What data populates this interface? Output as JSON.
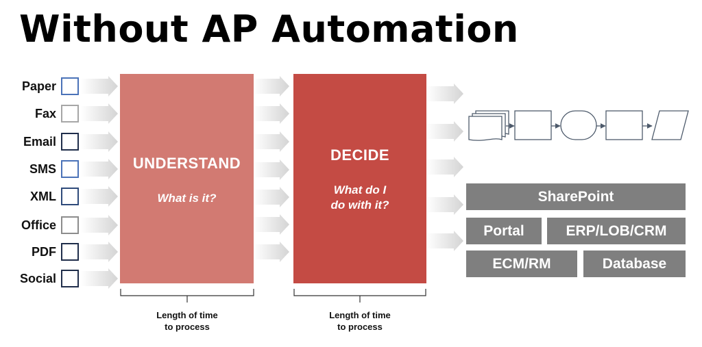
{
  "title": "Without AP Automation",
  "sources": [
    {
      "label": "Paper",
      "box_color": "#4a72b8"
    },
    {
      "label": "Fax",
      "box_color": "#a6a6a6"
    },
    {
      "label": "Email",
      "box_color": "#1f2d4a"
    },
    {
      "label": "SMS",
      "box_color": "#4a72b8"
    },
    {
      "label": "XML",
      "box_color": "#2e4a7a"
    },
    {
      "label": "Office",
      "box_color": "#8c8c8c"
    },
    {
      "label": "PDF",
      "box_color": "#1f2d4a"
    },
    {
      "label": "Social",
      "box_color": "#1f2d4a"
    }
  ],
  "stages": [
    {
      "name": "UNDERSTAND",
      "question_line1": "What is it?",
      "question_line2": "",
      "color": "#d27a72"
    },
    {
      "name": "DECIDE",
      "question_line1": "What do I",
      "question_line2": "do with it?",
      "color": "#c44b44"
    }
  ],
  "captions": [
    {
      "line1": "Length of time",
      "line2": "to process"
    },
    {
      "line1": "Length of time",
      "line2": "to process"
    }
  ],
  "targets": {
    "sharepoint": "SharePoint",
    "portal": "Portal",
    "erp": "ERP/LOB/CRM",
    "ecm": "ECM/RM",
    "database": "Database",
    "color": "#7f7f7f"
  },
  "colors": {
    "arrow": "#d9d9d9",
    "flowchart_stroke": "#4d5a6b"
  }
}
